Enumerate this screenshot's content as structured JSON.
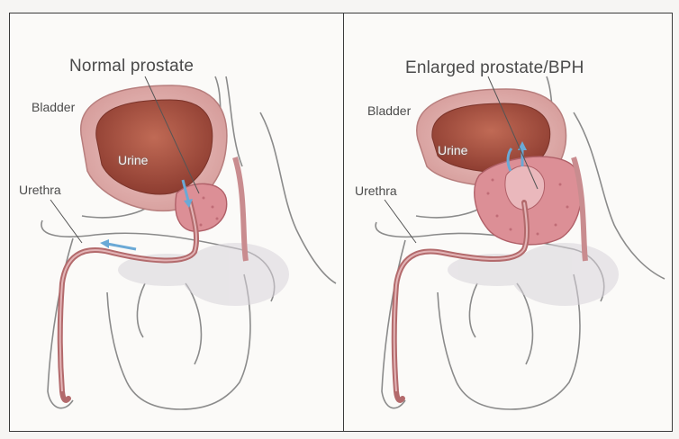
{
  "left_panel": {
    "title": "Normal prostate",
    "bladder_label": "Bladder",
    "urine_label": "Urine",
    "urethra_label": "Urethra"
  },
  "right_panel": {
    "title": "Enlarged prostate/BPH",
    "bladder_label": "Bladder",
    "urine_label": "Urine",
    "urethra_label": "Urethra"
  },
  "colors": {
    "bladder_wall": "#e3b4b2",
    "bladder_inner": "#a5503f",
    "prostate": "#dc8f96",
    "urethra": "#b36a6c",
    "urine_arrow": "#6aa9d6",
    "tissue_outline": "#8a8a8a"
  }
}
